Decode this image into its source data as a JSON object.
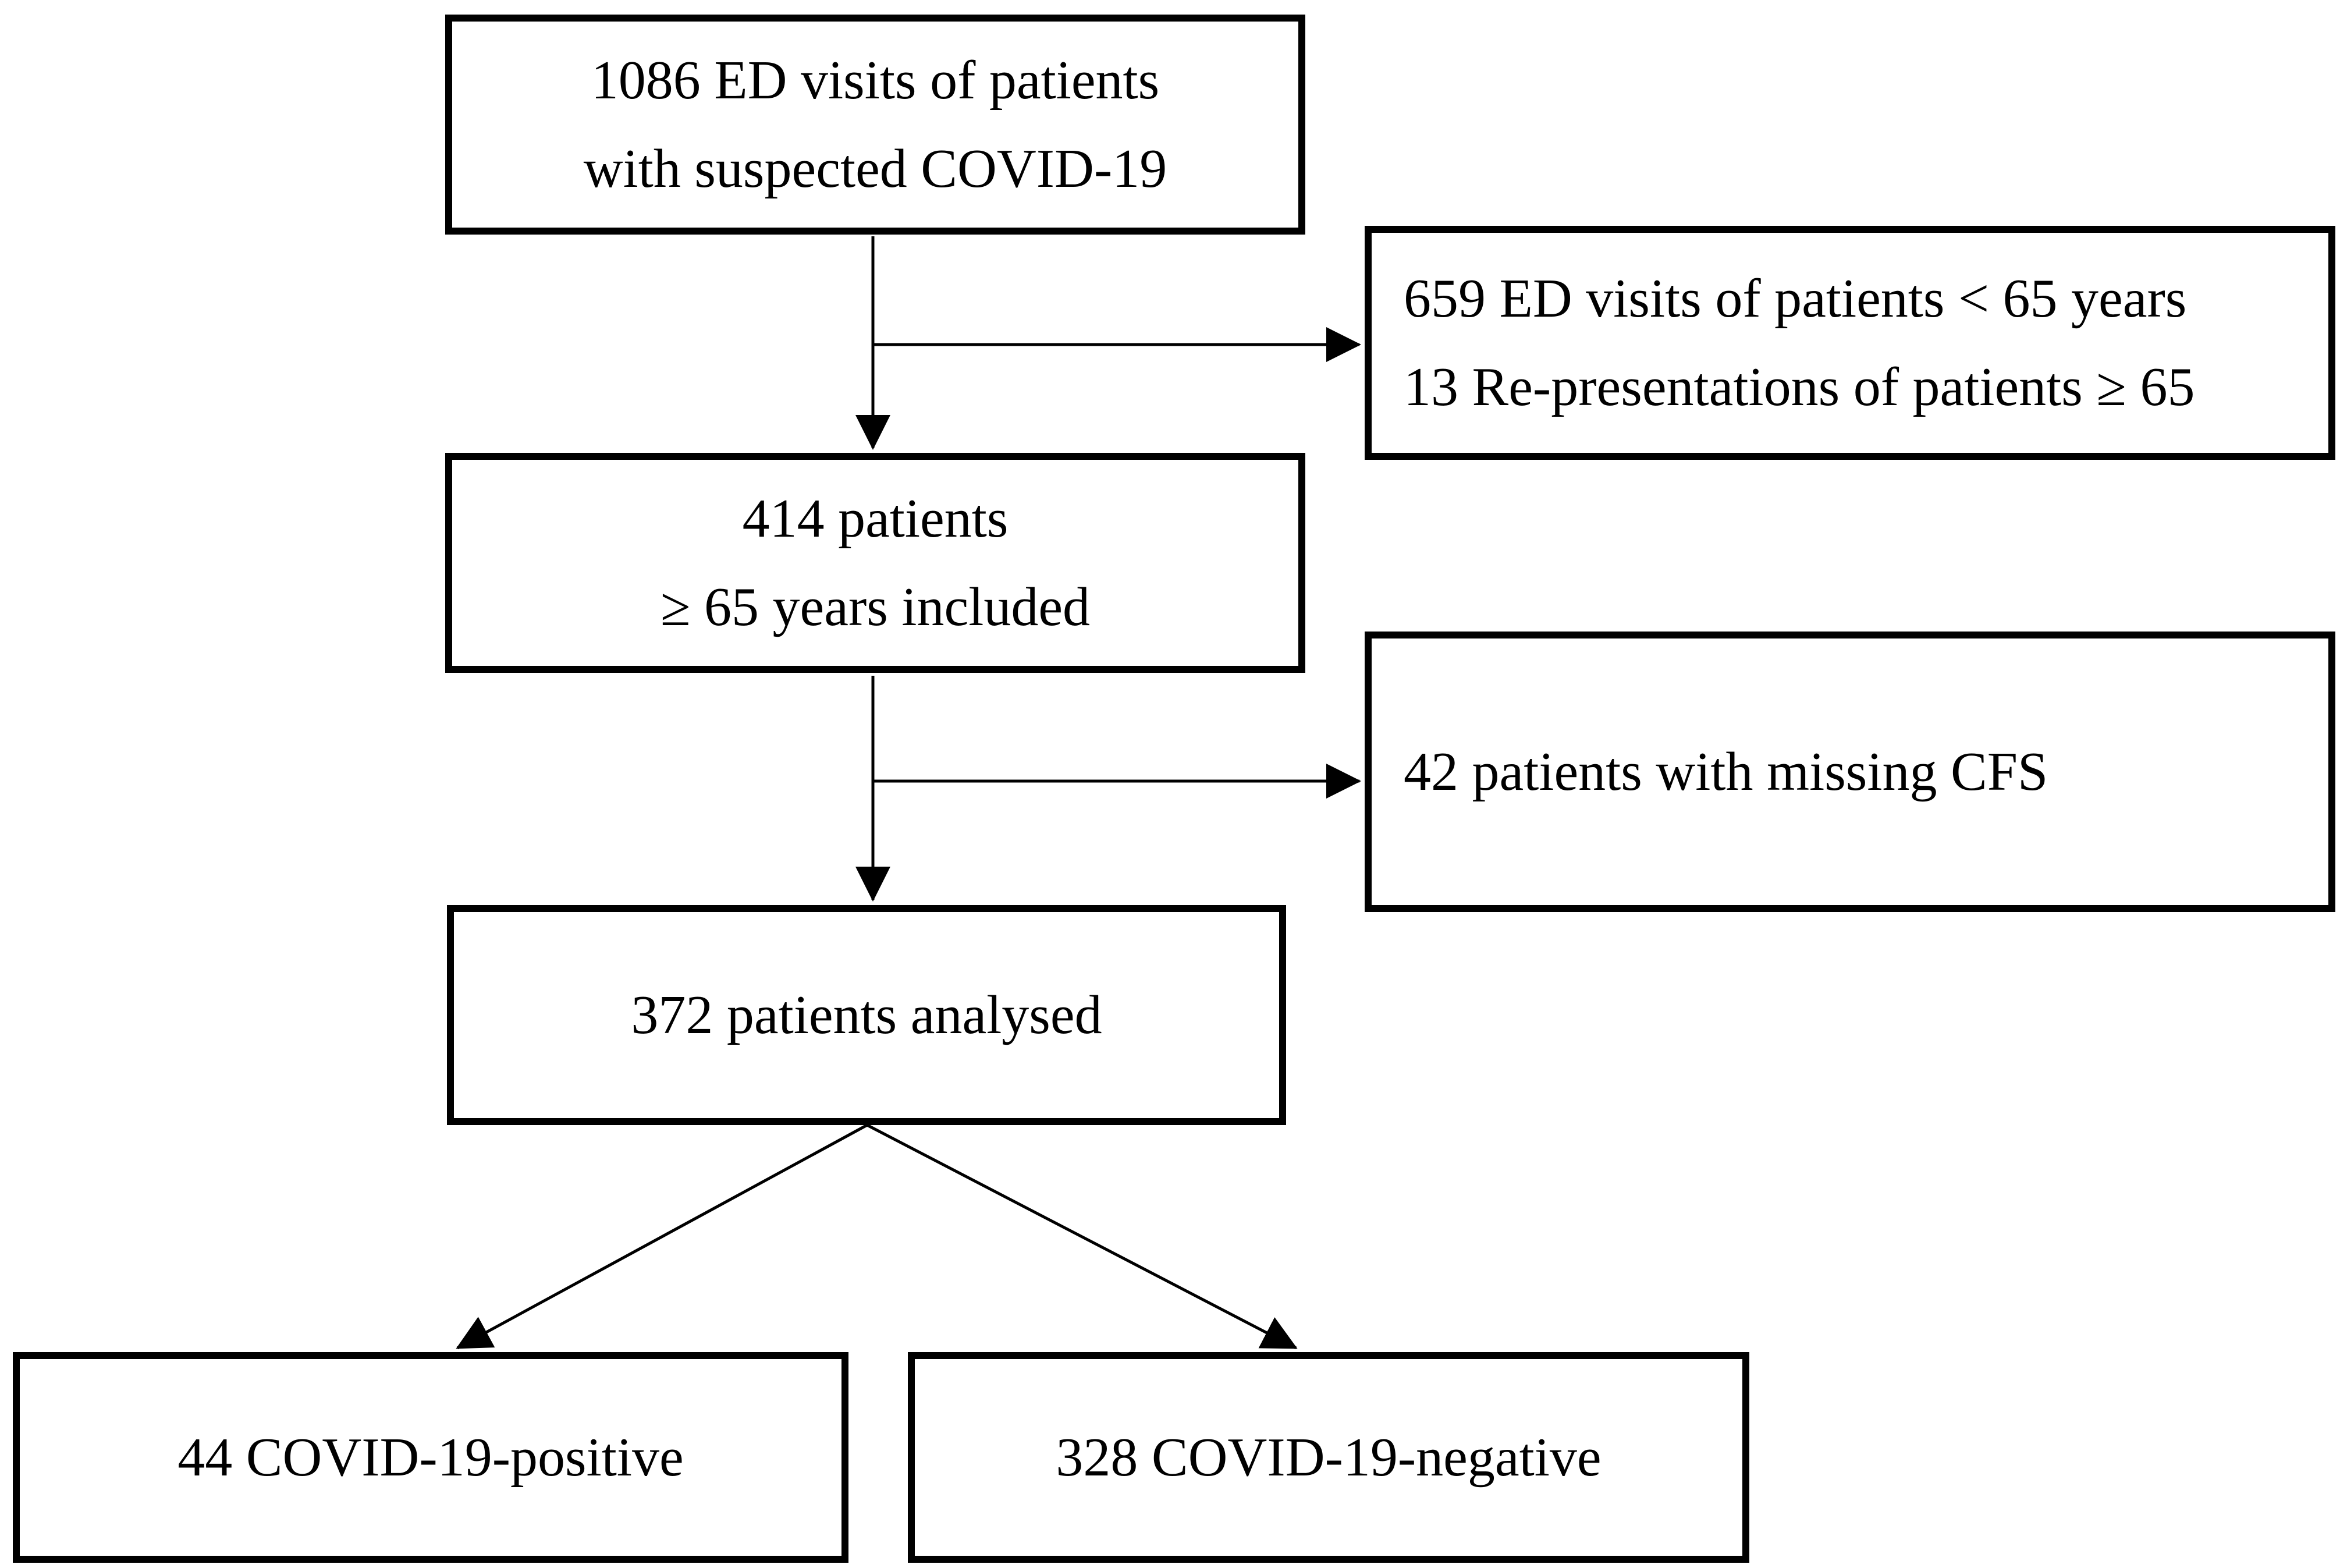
{
  "figure": {
    "background_color": "#ffffff",
    "ink_color": "#000000",
    "boxes": {
      "top": {
        "lines": [
          "1086 ED visits of patients",
          "with suspected COVID-19"
        ]
      },
      "excluded_age": {
        "lines": [
          "659 ED visits of patients < 65 years",
          "13 Re-presentations of patients ≥ 65"
        ]
      },
      "included": {
        "lines": [
          "414 patients",
          "≥ 65 years included"
        ]
      },
      "missing_cfs": {
        "lines": [
          "42 patients with missing CFS"
        ]
      },
      "analysed": {
        "lines": [
          "372 patients analysed"
        ]
      },
      "covid_positive": {
        "lines": [
          "44 COVID-19-positive"
        ]
      },
      "covid_negative": {
        "lines": [
          "328 COVID-19-negative"
        ]
      }
    },
    "edges": [
      {
        "from": "top",
        "to": "included"
      },
      {
        "from": "top",
        "to": "excluded_age"
      },
      {
        "from": "included",
        "to": "analysed"
      },
      {
        "from": "included",
        "to": "missing_cfs"
      },
      {
        "from": "analysed",
        "to": "covid_positive"
      },
      {
        "from": "analysed",
        "to": "covid_negative"
      }
    ]
  }
}
